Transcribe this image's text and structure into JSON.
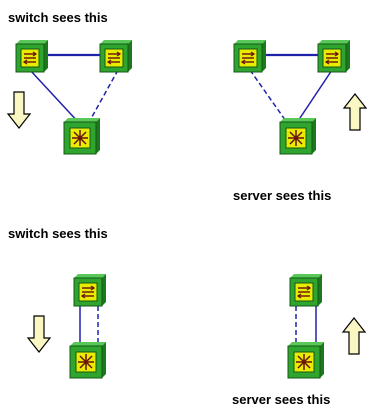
{
  "captions": {
    "top_left": "switch sees this",
    "top_right": "server sees this",
    "bottom_left": "switch sees this",
    "bottom_right": "server sees this"
  },
  "colors": {
    "switch_face": "#e8ec00",
    "node_green": "#2fa52f",
    "node_dark": "#1c7a1c",
    "link": "#1f22a8",
    "arrow_fill": "#fbf7c2",
    "glyph": "#6a1010"
  },
  "icons": {
    "switch": "switch-icon",
    "server": "server-icon",
    "arrow_down": "arrow-down-icon",
    "arrow_up": "arrow-up-icon"
  }
}
